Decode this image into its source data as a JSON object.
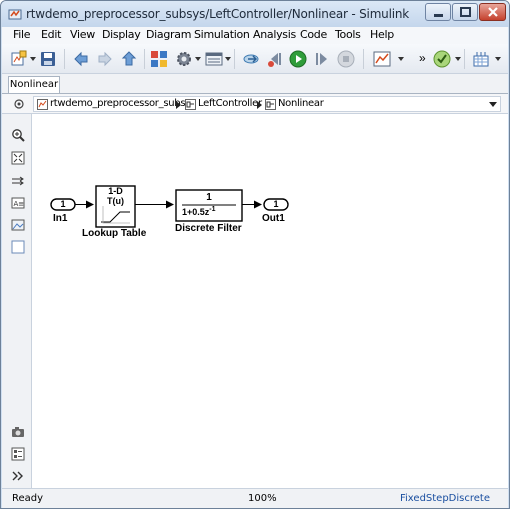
{
  "window": {
    "title": "rtwdemo_preprocessor_subsys/LeftController/Nonlinear - Simulink"
  },
  "menu": {
    "items": [
      "File",
      "Edit",
      "View",
      "Display",
      "Diagram",
      "Simulation",
      "Analysis",
      "Code",
      "Tools",
      "Help"
    ]
  },
  "toolbar": {
    "more_label": "»"
  },
  "tab": {
    "label": "Nonlinear"
  },
  "breadcrumb": {
    "items": [
      "rtwdemo_preprocessor_subsys",
      "LeftController",
      "Nonlinear"
    ]
  },
  "diagram": {
    "inport": {
      "number": "1",
      "label": "In1"
    },
    "lookup": {
      "top": "1-D",
      "func": "T(u)",
      "label": "Lookup Table"
    },
    "filter": {
      "num": "1",
      "den": "1+0.5z",
      "exp": "-1",
      "label": "Discrete Filter"
    },
    "outport": {
      "number": "1",
      "label": "Out1"
    }
  },
  "status": {
    "left": "Ready",
    "zoom": "100%",
    "solver": "FixedStepDiscrete"
  },
  "colors": {
    "solver_link": "#1a4fa0",
    "run_green": "#2f9d3a",
    "window_border": "#6d8199"
  }
}
